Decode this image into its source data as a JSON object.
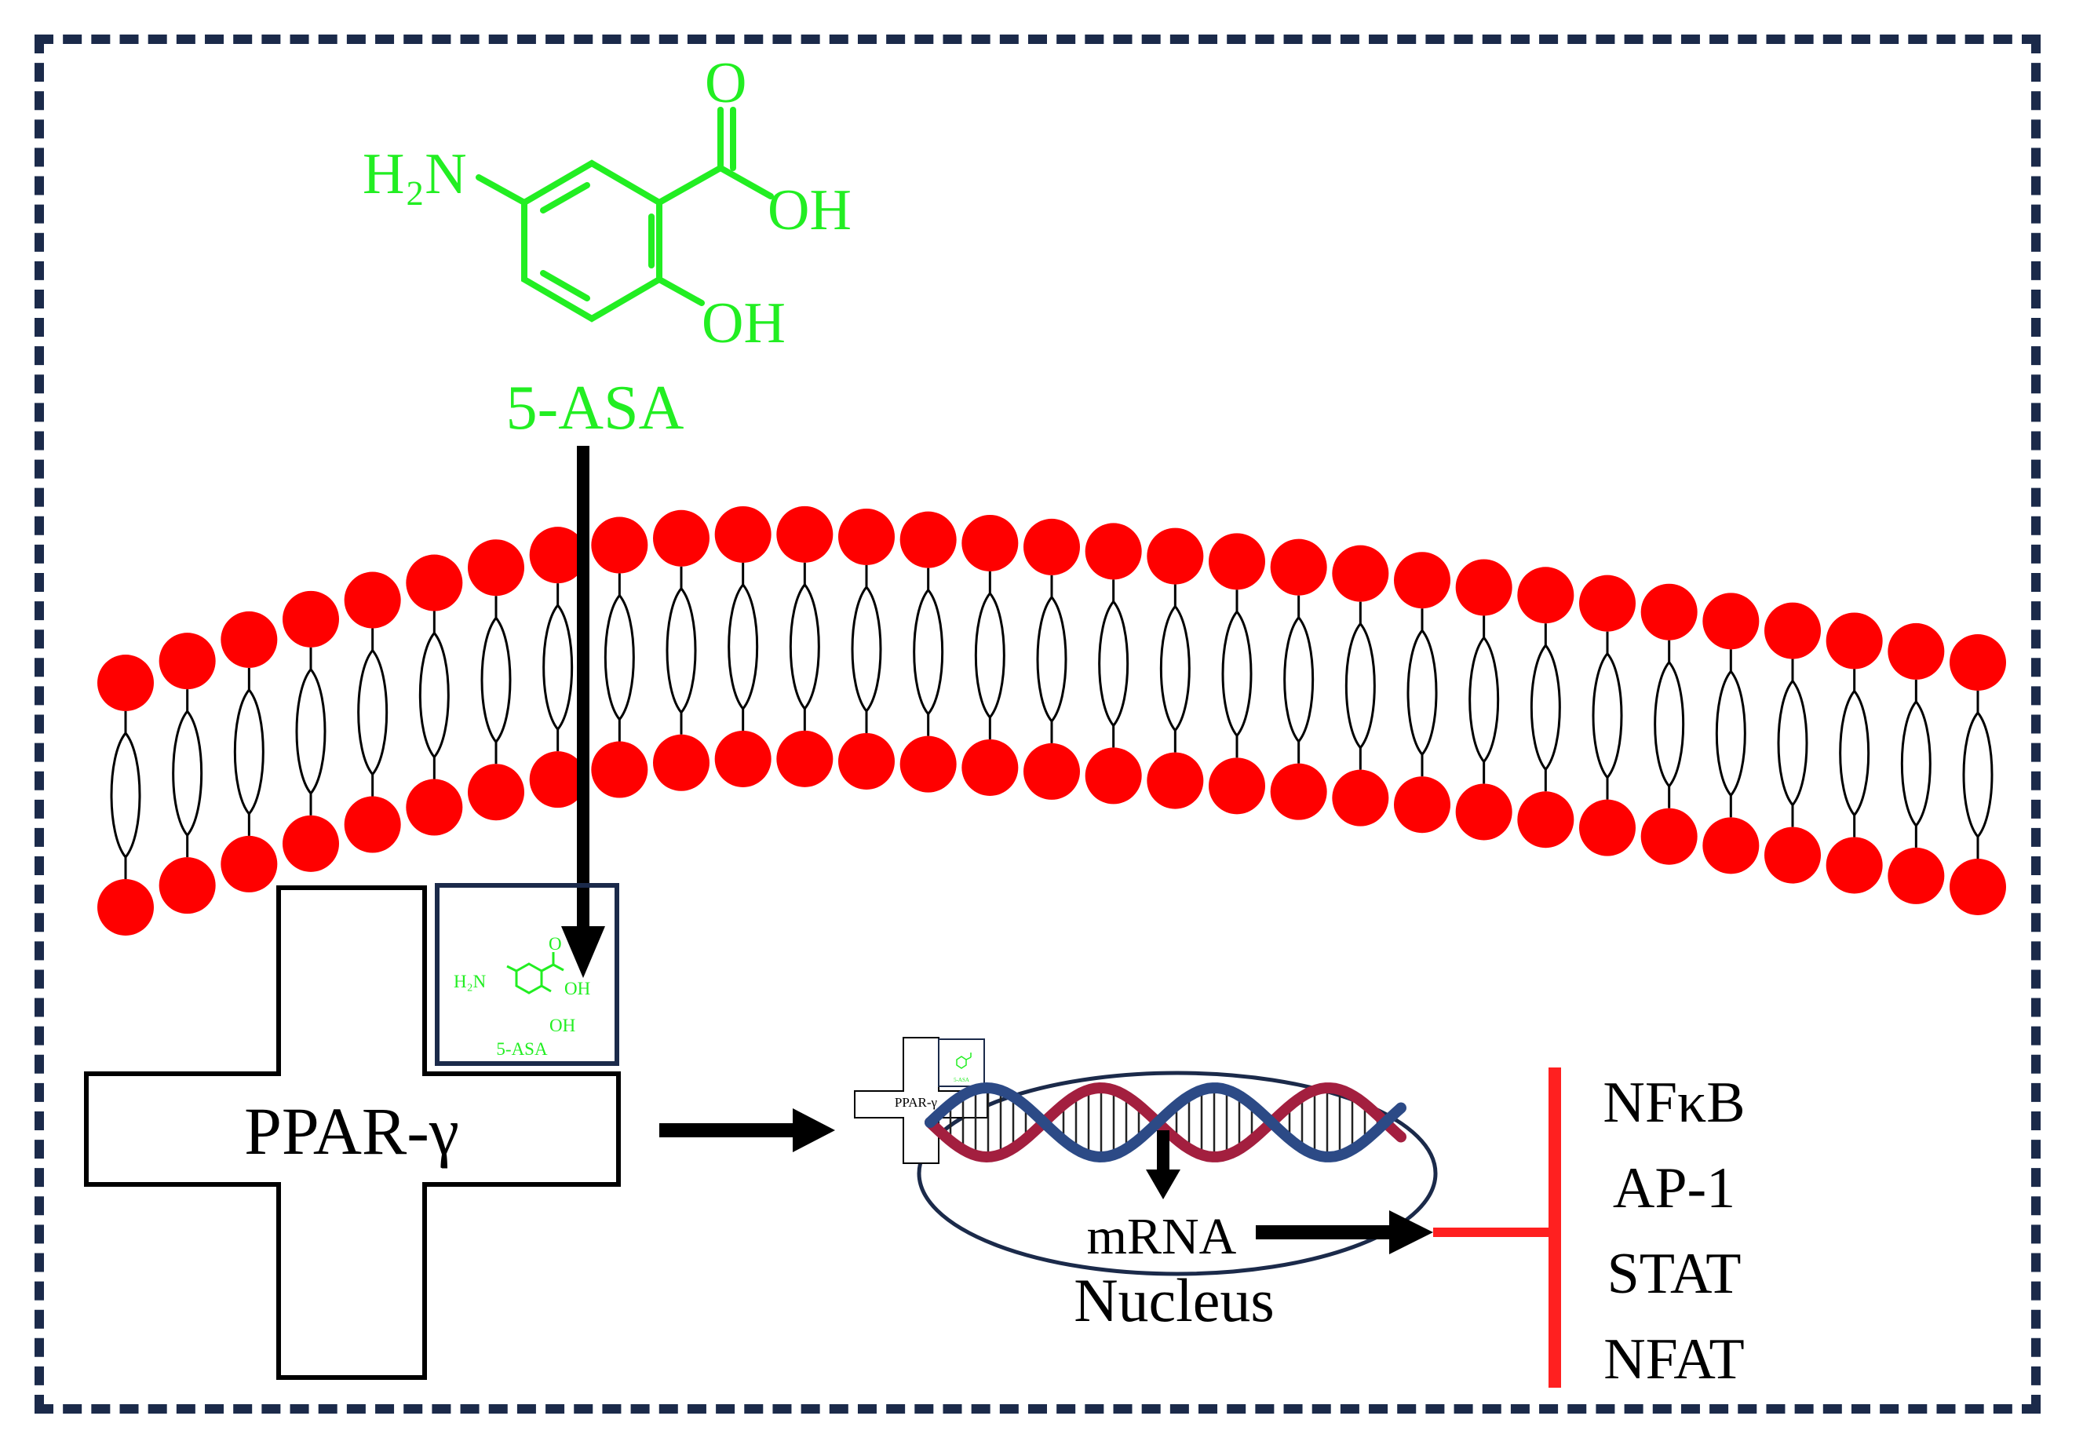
{
  "colors": {
    "frame": "#1b2a4a",
    "molecule": "#22ee22",
    "lipid_head": "#ff0000",
    "inhibit": "#ff2020",
    "dna_red": "#a31f3f",
    "dna_blue": "#2c4a86",
    "arrow": "#000000"
  },
  "molecule": {
    "amine": "H₂N",
    "carbonyl_o": "O",
    "carboxyl_oh": "OH",
    "phenol_oh": "OH",
    "name": "5-ASA"
  },
  "receptor": {
    "label": "PPAR-γ"
  },
  "complex_inset": {
    "receptor_label": "PPAR-γ",
    "ligand_label": "5-ASA"
  },
  "nucleus": {
    "label": "Nucleus",
    "mrna": "mRNA"
  },
  "targets": [
    "NFκB",
    "AP-1",
    "STAT",
    "NFAT"
  ],
  "membrane": {
    "lipid_count": 31
  }
}
